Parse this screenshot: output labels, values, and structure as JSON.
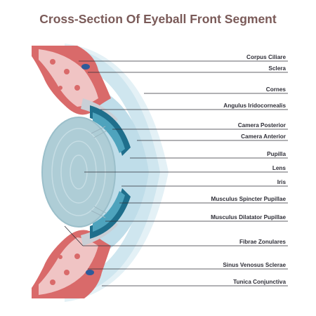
{
  "title": "Cross-Section Of Eyeball Front Segment",
  "labels": [
    "Corpus Ciliare",
    "Sclera",
    "Cornes",
    "Angulus Iridocornealis",
    "Camera Posterior",
    "Camera Anterior",
    "Pupilla",
    "Lens",
    "Iris",
    "Musculus Spincter Pupillae",
    "Musculus Dilatator Pupillae",
    "Fibrae Zonulares",
    "Sinus Venosus Sclerae",
    "Tunica Conjunctiva"
  ],
  "colors": {
    "title": "#7a5a58",
    "label_text": "#2f2f38",
    "leader_line": "#2f2f38",
    "tissue_red": "#d96a6a",
    "tissue_pink": "#f0c4c4",
    "cornea_outer": "#e4f1f6",
    "cornea_mid": "#cfe6ef",
    "anterior_chamber": "#bfdde9",
    "iris_dark": "#1f6f8c",
    "iris_mid": "#4ea3bd",
    "lens": "#aecdd6",
    "ciliary_gray": "#c9cfd6"
  },
  "icons": [
    "eye-cross-section-illustration"
  ]
}
